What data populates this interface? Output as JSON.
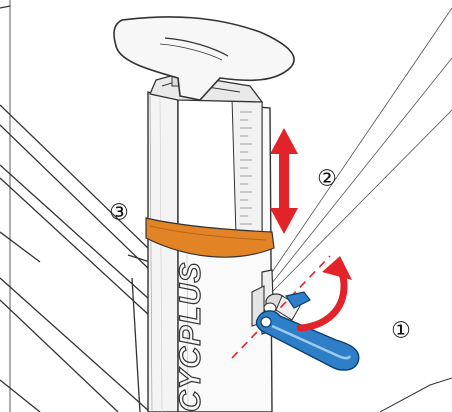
{
  "brand": {
    "text": "CYCPLUS"
  },
  "callouts": [
    {
      "id": "1",
      "label": "①"
    },
    {
      "id": "2",
      "label": "②"
    },
    {
      "id": "3",
      "label": "③"
    }
  ],
  "colors": {
    "arrow_red": "#e2232a",
    "lever_blue": "#2f7fc8",
    "band_orange": "#e28426",
    "line_dark": "#333333"
  },
  "icons": {
    "vertical_arrow": "double-headed-arrow-icon",
    "rotate_arrow": "curved-rotation-arrow-icon"
  }
}
